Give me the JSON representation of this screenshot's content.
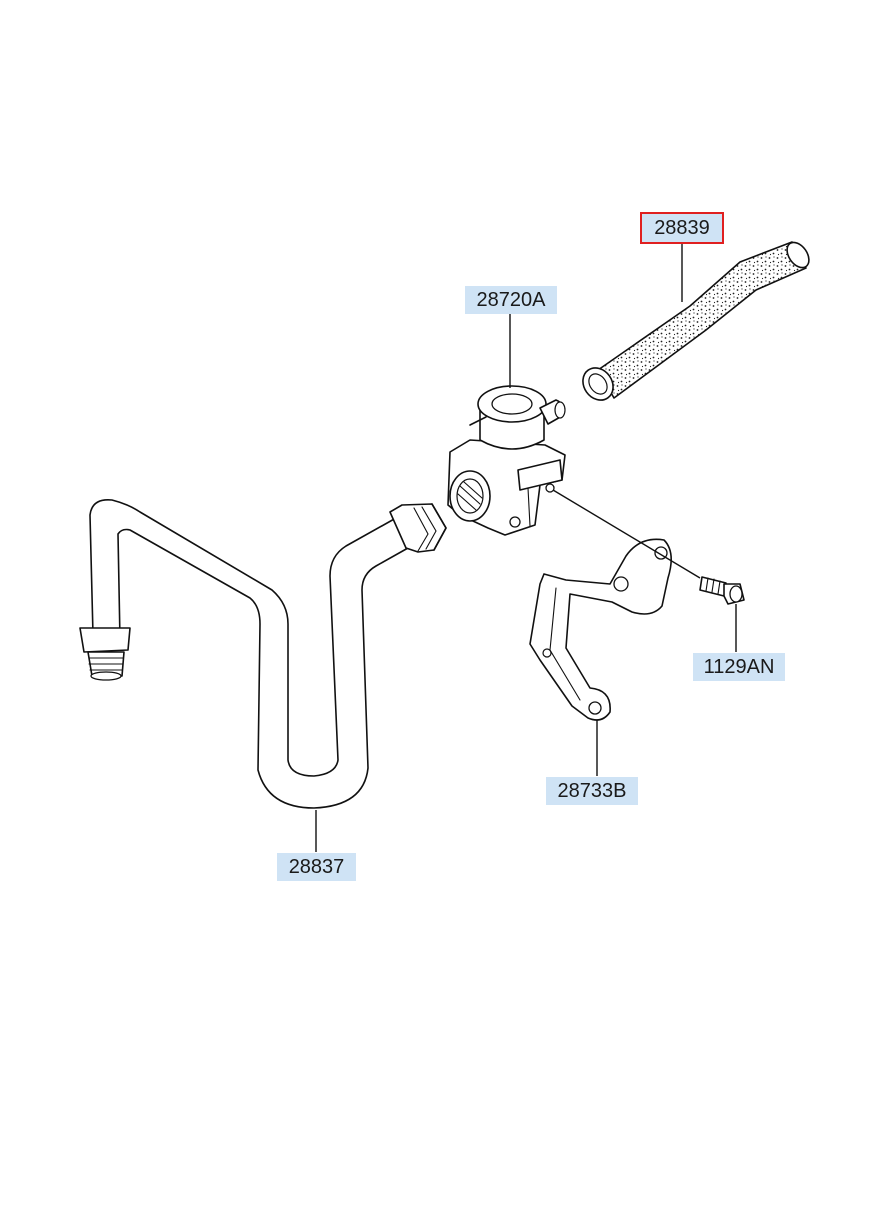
{
  "diagram": {
    "callouts": {
      "hose_upper": "28839",
      "valve": "28720A",
      "bolt": "1129AN",
      "bracket": "28733B",
      "pipe": "28837"
    },
    "selected_callout": "28839"
  }
}
